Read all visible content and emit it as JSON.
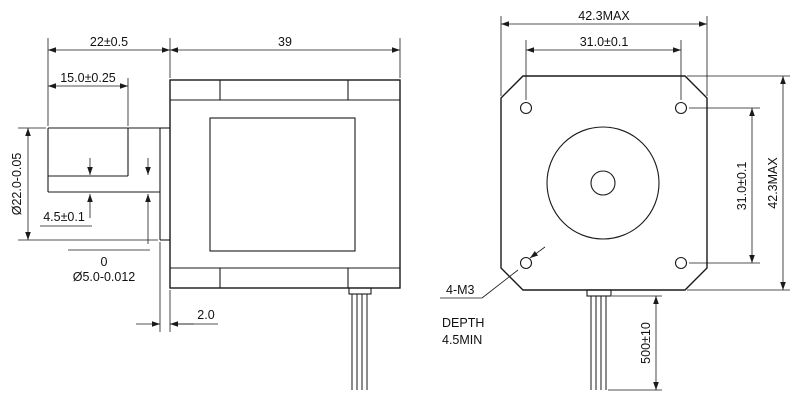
{
  "side_view": {
    "dim_shaft_length": "22±0.5",
    "dim_body_length": "39",
    "dim_flat_length": "15.0±0.25",
    "dim_boss_dia": "Ø22.0-0.05",
    "dim_flat_depth": "4.5±0.1",
    "dim_shaft_tol_upper": "0",
    "dim_shaft_dia": "Ø5.0-0.012",
    "dim_boss_height": "2.0"
  },
  "front_view": {
    "dim_width_max": "42.3MAX",
    "dim_hole_pitch_h": "31.0±0.1",
    "dim_hole_pitch_v": "31.0±0.1",
    "dim_height_max": "42.3MAX",
    "thread_spec": "4-M3",
    "thread_depth_label": "DEPTH",
    "thread_depth_value": "4.5MIN",
    "dim_lead_length": "500±10"
  }
}
